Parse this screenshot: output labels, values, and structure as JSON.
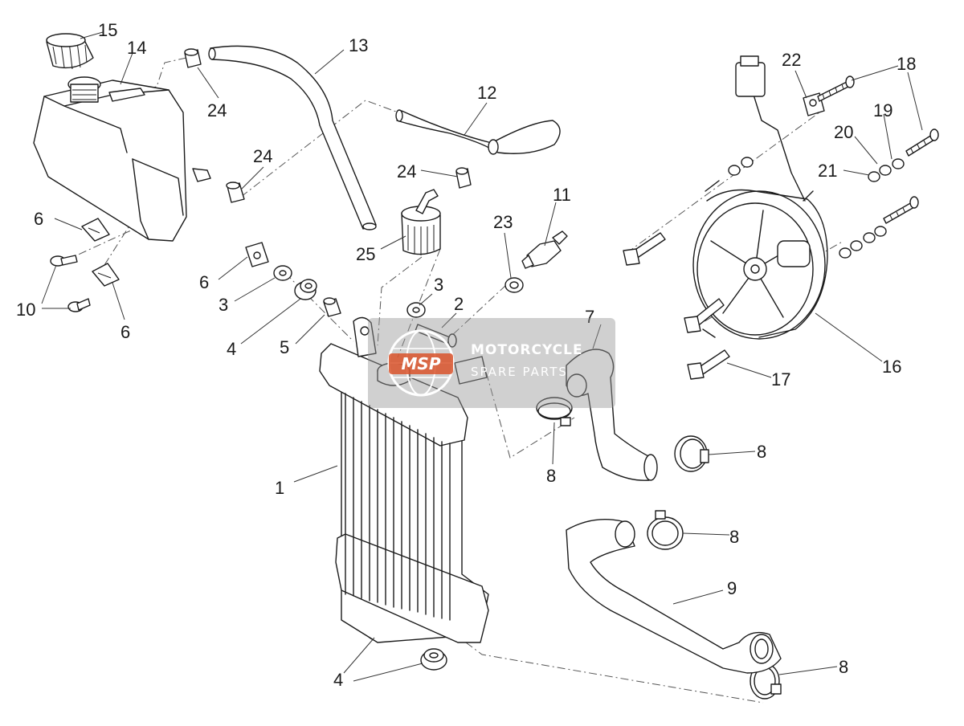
{
  "watermark": {
    "logo_text": "MSP",
    "line1": "MOTORCYCLE",
    "line2": "SPARE PARTS",
    "brand_color": "#d9542b"
  },
  "callouts": {
    "c1": "1",
    "c2": "2",
    "c3a": "3",
    "c3b": "3",
    "c4a": "4",
    "c4b": "4",
    "c5": "5",
    "c6a": "6",
    "c6b": "6",
    "c6c": "6",
    "c7": "7",
    "c8a": "8",
    "c8b": "8",
    "c8c": "8",
    "c8d": "8",
    "c9": "9",
    "c10": "10",
    "c11": "11",
    "c12": "12",
    "c13": "13",
    "c14": "14",
    "c15": "15",
    "c16": "16",
    "c17": "17",
    "c18": "18",
    "c19": "19",
    "c20": "20",
    "c21": "21",
    "c22": "22",
    "c23": "23",
    "c24a": "24",
    "c24b": "24",
    "c24c": "24",
    "c25": "25"
  }
}
